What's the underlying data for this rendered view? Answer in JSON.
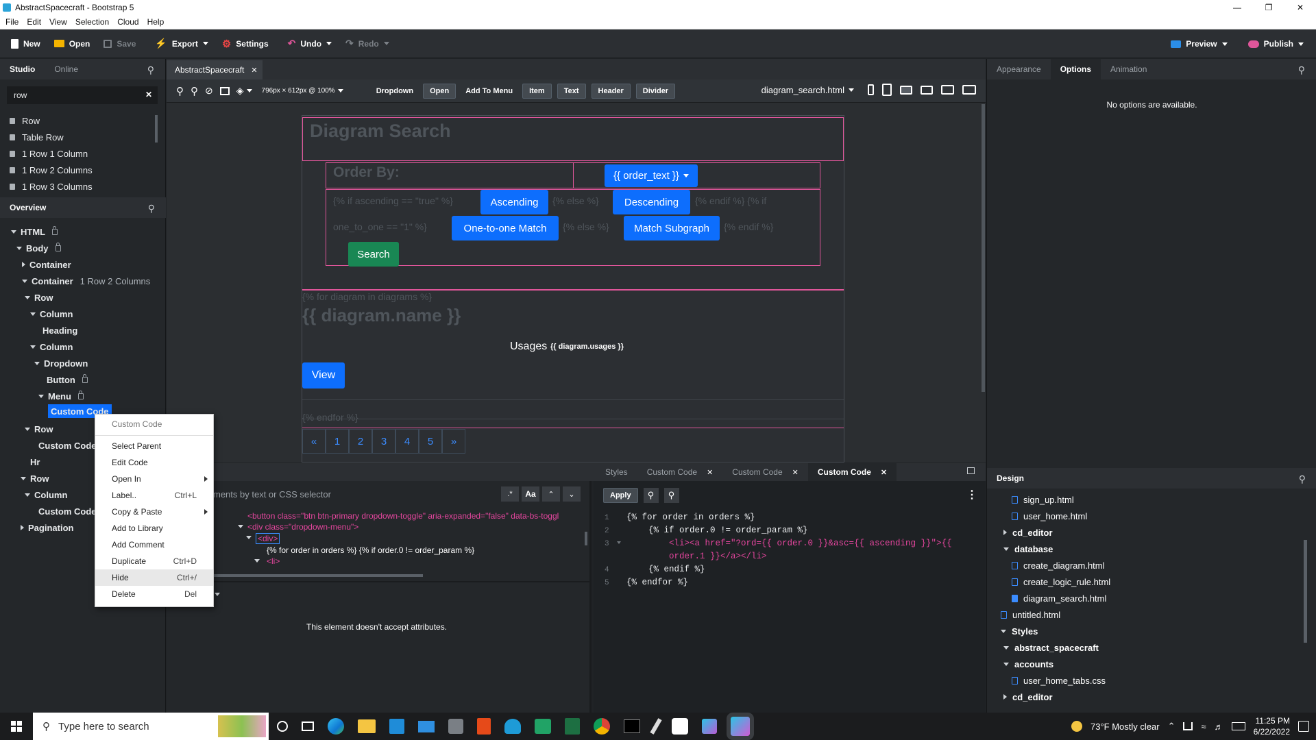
{
  "window": {
    "title": "AbstractSpacecraft - Bootstrap 5"
  },
  "menu": [
    "File",
    "Edit",
    "View",
    "Selection",
    "Cloud",
    "Help"
  ],
  "toolbar": {
    "new": "New",
    "open": "Open",
    "save": "Save",
    "export": "Export",
    "settings": "Settings",
    "undo": "Undo",
    "redo": "Redo",
    "preview": "Preview",
    "publish": "Publish"
  },
  "left": {
    "tabs": [
      "Studio",
      "Online"
    ],
    "search_value": "row",
    "components": [
      "Row",
      "Table Row",
      "1 Row 1 Column",
      "1 Row 2 Columns",
      "1 Row 3 Columns"
    ],
    "overview_title": "Overview",
    "tree": {
      "html": "HTML",
      "body": "Body",
      "container1": "Container",
      "container2": "Container",
      "container2_sub": "1 Row 2 Columns",
      "row1": "Row",
      "column1": "Column",
      "heading": "Heading",
      "column2": "Column",
      "dropdown": "Dropdown",
      "button": "Button",
      "menu": "Menu",
      "custom_code_sel": "Custom Code",
      "row2": "Row",
      "custom_code2": "Custom Code",
      "hr": "Hr",
      "row3": "Row",
      "column3": "Column",
      "custom_code3": "Custom Code",
      "pagination": "Pagination"
    }
  },
  "center": {
    "doc_tab": "AbstractSpacecraft",
    "size_label": "796px × 612px @ 100%",
    "component_label": "Dropdown",
    "actions": [
      "Open",
      "Add To Menu",
      "Item",
      "Text",
      "Header",
      "Divider"
    ],
    "file_name": "diagram_search.html"
  },
  "page": {
    "title": "Diagram Search",
    "order_by": "Order By:",
    "order_text": "{{ order_text }}",
    "if_asc": "{% if ascending == \"true\" %}",
    "ascending": "Ascending",
    "else1": "{% else %}",
    "descending": "Descending",
    "endif_if": "{% endif %} {% if",
    "one_to_one_cond": "one_to_one == \"1\" %}",
    "one_to_one": "One-to-one Match",
    "else2": "{% else %}",
    "match_subgraph": "Match Subgraph",
    "endif2": "{% endif %}",
    "search": "Search",
    "for_diagram": "{% for diagram in diagrams %}",
    "diagram_name": "{{ diagram.name }}",
    "usages": "Usages",
    "diagram_usages": "{{ diagram.usages }}",
    "view": "View",
    "endfor": "{% endfor %}",
    "pagination": [
      "«",
      "1",
      "2",
      "3",
      "4",
      "5",
      "»"
    ]
  },
  "bottom": {
    "tabs": [
      "Styles",
      "Custom Code",
      "Custom Code",
      "Custom Code"
    ],
    "selector_placeholder": "ments by text or CSS selector",
    "regex": ".*",
    "match_case": "Aa",
    "dom_lines": [
      "<button class=\"btn btn-primary dropdown-toggle\" aria-expanded=\"false\" data-bs-toggl",
      "<div class=\"dropdown-menu\">",
      "<div>",
      "{% for order in orders %} {% if order.0 != order_param %}",
      "<li>"
    ],
    "no_attributes": "This element doesn't accept attributes.",
    "apply": "Apply",
    "code_lines": [
      {
        "n": "1",
        "text": "{% for order in orders %}"
      },
      {
        "n": "2",
        "text": "{% if order.0 != order_param %}"
      },
      {
        "n": "3",
        "text": "<li><a href=\"?ord={{ order.0 }}&asc={{ ascending }}\">{{"
      },
      {
        "n": "",
        "text": "order.1 }}</a></li>"
      },
      {
        "n": "4",
        "text": "{% endif %}"
      },
      {
        "n": "5",
        "text": "{% endfor %}"
      }
    ]
  },
  "right": {
    "tabs": [
      "Appearance",
      "Options",
      "Animation"
    ],
    "no_options": "No options are available.",
    "design_title": "Design",
    "files": [
      {
        "name": "sign_up.html",
        "kind": "file"
      },
      {
        "name": "user_home.html",
        "kind": "file"
      },
      {
        "name": "cd_editor",
        "kind": "folder-closed"
      },
      {
        "name": "database",
        "kind": "folder-open"
      },
      {
        "name": "create_diagram.html",
        "kind": "file"
      },
      {
        "name": "create_logic_rule.html",
        "kind": "file"
      },
      {
        "name": "diagram_search.html",
        "kind": "file-active"
      },
      {
        "name": "untitled.html",
        "kind": "file"
      },
      {
        "name": "Styles",
        "kind": "folder-open"
      },
      {
        "name": "abstract_spacecraft",
        "kind": "folder-open"
      },
      {
        "name": "accounts",
        "kind": "folder-open"
      },
      {
        "name": "user_home_tabs.css",
        "kind": "file"
      },
      {
        "name": "cd_editor",
        "kind": "folder-closed"
      }
    ]
  },
  "context_menu": {
    "header": "Custom Code",
    "items": [
      {
        "label": "Select Parent",
        "shortcut": ""
      },
      {
        "label": "Edit Code",
        "shortcut": ""
      },
      {
        "label": "Open In",
        "shortcut": ""
      },
      {
        "label": "Label..",
        "shortcut": "Ctrl+L"
      },
      {
        "label": "Copy & Paste",
        "shortcut": ""
      },
      {
        "label": "Add to Library",
        "shortcut": ""
      },
      {
        "label": "Add Comment",
        "shortcut": ""
      },
      {
        "label": "Duplicate",
        "shortcut": "Ctrl+D"
      },
      {
        "label": "Hide",
        "shortcut": "Ctrl+/"
      },
      {
        "label": "Delete",
        "shortcut": "Del"
      }
    ]
  },
  "taskbar": {
    "search_placeholder": "Type here to search",
    "weather": "73°F  Mostly clear",
    "time": "11:25 PM",
    "date": "6/22/2022"
  }
}
